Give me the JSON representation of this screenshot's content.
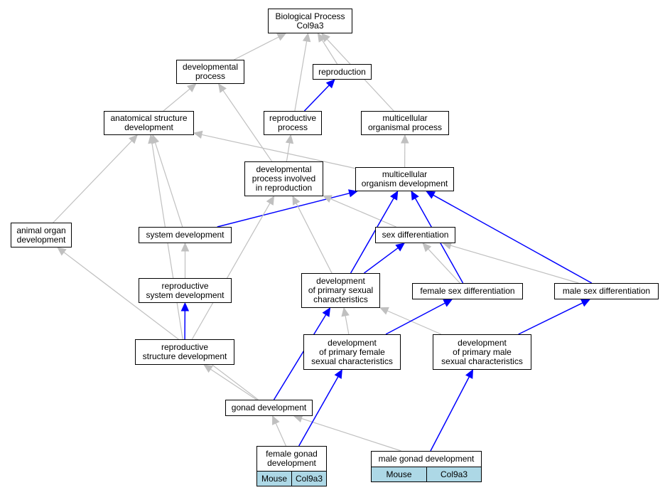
{
  "colors": {
    "is_a": "#c0c0c0",
    "part_of": "#0000ff",
    "annotation_bg": "#add8e6",
    "node_border": "#000000"
  },
  "nodes": {
    "bp": "Biological Process\nCol9a3",
    "devproc": "developmental\nprocess",
    "repro": "reproduction",
    "asd": "anatomical structure\ndevelopment",
    "reproproc": "reproductive\nprocess",
    "mop": "multicellular\norganismal process",
    "dpir": "developmental\nprocess involved\nin reproduction",
    "mod": "multicellular\norganism development",
    "aod": "animal organ\ndevelopment",
    "sysdev": "system development",
    "sexdiff": "sex differentiation",
    "dpsc": "development\nof primary sexual\ncharacteristics",
    "fsd": "female sex differentiation",
    "msd": "male sex differentiation",
    "rsysdev": "reproductive\nsystem development",
    "rstructdev": "reproductive\nstructure development",
    "dpfsc": "development\nof primary female\nsexual characteristics",
    "dpmsc": "development\nof primary male\nsexual characteristics",
    "gonad": "gonad development",
    "fgonad": "female gonad\ndevelopment",
    "mgonad": "male gonad development"
  },
  "annotations": {
    "fgonad": [
      "Mouse",
      "Col9a3"
    ],
    "mgonad": [
      "Mouse",
      "Col9a3"
    ]
  },
  "edges": [
    {
      "from": "devproc",
      "to": "bp",
      "rel": "is_a"
    },
    {
      "from": "repro",
      "to": "bp",
      "rel": "is_a"
    },
    {
      "from": "reproproc",
      "to": "bp",
      "rel": "is_a"
    },
    {
      "from": "mop",
      "to": "bp",
      "rel": "is_a"
    },
    {
      "from": "asd",
      "to": "devproc",
      "rel": "is_a"
    },
    {
      "from": "dpir",
      "to": "devproc",
      "rel": "is_a"
    },
    {
      "from": "reproproc",
      "to": "repro",
      "rel": "part_of"
    },
    {
      "from": "dpir",
      "to": "reproproc",
      "rel": "is_a"
    },
    {
      "from": "mod",
      "to": "mop",
      "rel": "is_a"
    },
    {
      "from": "mod",
      "to": "asd",
      "rel": "is_a"
    },
    {
      "from": "aod",
      "to": "asd",
      "rel": "is_a"
    },
    {
      "from": "sysdev",
      "to": "asd",
      "rel": "is_a"
    },
    {
      "from": "rstructdev",
      "to": "asd",
      "rel": "is_a"
    },
    {
      "from": "sysdev",
      "to": "mod",
      "rel": "part_of"
    },
    {
      "from": "sexdiff",
      "to": "dpir",
      "rel": "is_a"
    },
    {
      "from": "dpsc",
      "to": "dpir",
      "rel": "is_a"
    },
    {
      "from": "rstructdev",
      "to": "dpir",
      "rel": "is_a"
    },
    {
      "from": "dpsc",
      "to": "mod",
      "rel": "part_of"
    },
    {
      "from": "fsd",
      "to": "mod",
      "rel": "part_of"
    },
    {
      "from": "msd",
      "to": "mod",
      "rel": "part_of"
    },
    {
      "from": "dpsc",
      "to": "sexdiff",
      "rel": "part_of"
    },
    {
      "from": "fsd",
      "to": "sexdiff",
      "rel": "is_a"
    },
    {
      "from": "msd",
      "to": "sexdiff",
      "rel": "is_a"
    },
    {
      "from": "rsysdev",
      "to": "sysdev",
      "rel": "is_a"
    },
    {
      "from": "rstructdev",
      "to": "rsysdev",
      "rel": "part_of"
    },
    {
      "from": "dpfsc",
      "to": "dpsc",
      "rel": "is_a"
    },
    {
      "from": "dpmsc",
      "to": "dpsc",
      "rel": "is_a"
    },
    {
      "from": "dpfsc",
      "to": "fsd",
      "rel": "part_of"
    },
    {
      "from": "dpmsc",
      "to": "msd",
      "rel": "part_of"
    },
    {
      "from": "gonad",
      "to": "aod",
      "rel": "is_a"
    },
    {
      "from": "gonad",
      "to": "rstructdev",
      "rel": "is_a"
    },
    {
      "from": "gonad",
      "to": "dpsc",
      "rel": "part_of"
    },
    {
      "from": "fgonad",
      "to": "gonad",
      "rel": "is_a"
    },
    {
      "from": "mgonad",
      "to": "gonad",
      "rel": "is_a"
    },
    {
      "from": "fgonad",
      "to": "dpfsc",
      "rel": "part_of"
    },
    {
      "from": "mgonad",
      "to": "dpmsc",
      "rel": "part_of"
    }
  ]
}
